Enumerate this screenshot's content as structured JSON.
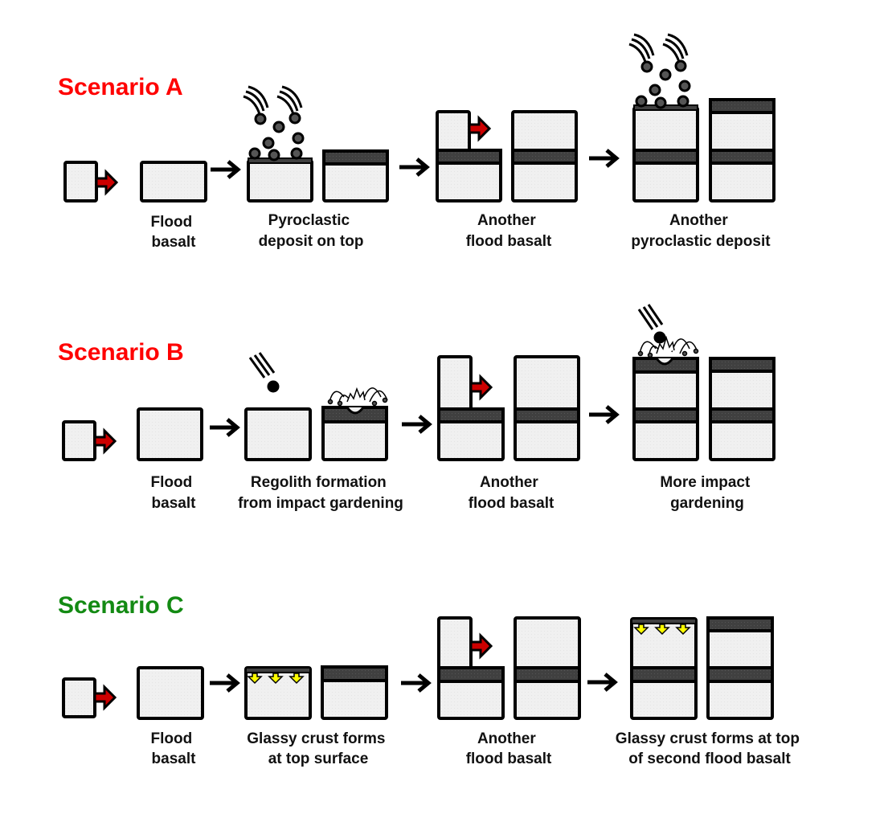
{
  "colors": {
    "scenario_a_title": "#ff0000",
    "scenario_b_title": "#ff0000",
    "scenario_c_title": "#138a13",
    "block_fill": "#f0f0f0",
    "block_stroke": "#000000",
    "layer_fill": "#404040",
    "red_arrow": "#cc0000",
    "glass_arrow": "#ffff00",
    "ejecta_fill": "#555555"
  },
  "scenarios": [
    {
      "id": "A",
      "title": "Scenario A",
      "captions": [
        [
          "Flood",
          "basalt"
        ],
        [
          "Pyroclastic",
          "deposit on top"
        ],
        [
          "Another",
          "flood basalt"
        ],
        [
          "Another",
          "pyroclastic deposit"
        ]
      ]
    },
    {
      "id": "B",
      "title": "Scenario B",
      "captions": [
        [
          "Flood",
          "basalt"
        ],
        [
          "Regolith formation",
          "from impact gardening"
        ],
        [
          "Another",
          "flood basalt"
        ],
        [
          "More impact",
          "gardening"
        ]
      ]
    },
    {
      "id": "C",
      "title": "Scenario C",
      "captions": [
        [
          "Flood",
          "basalt"
        ],
        [
          "Glassy crust forms",
          "at top surface"
        ],
        [
          "Another",
          "flood basalt"
        ],
        [
          "Glassy crust forms at top",
          "of second flood basalt"
        ]
      ]
    }
  ],
  "icons": {
    "flow_arrow": "right-arrow",
    "eruption_arrow": "red-right-arrow",
    "pyroclast": "star-blob",
    "impactor": "meteorite",
    "cooling_arrow": "yellow-down-arrow"
  }
}
